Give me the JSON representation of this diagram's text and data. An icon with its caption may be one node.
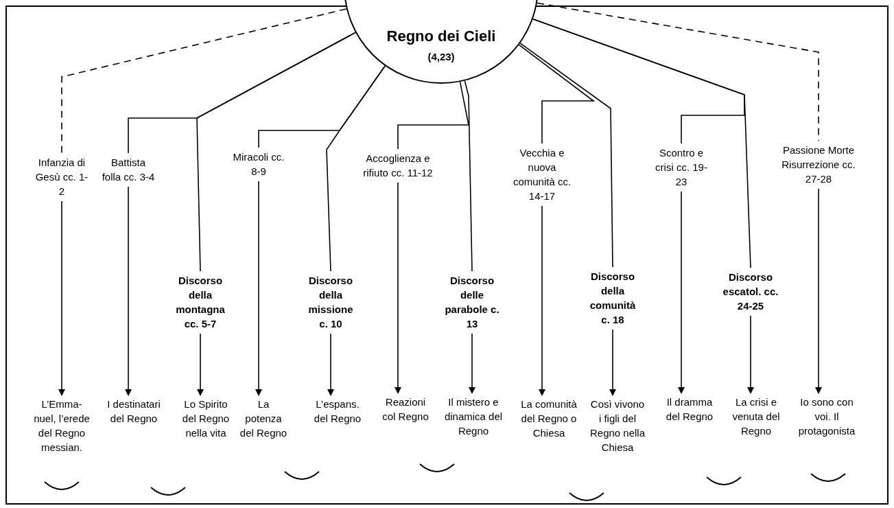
{
  "diagram": {
    "nodes": [
      {
        "text": [
          "Regno dei Cieli",
          "(4,23)"
        ]
      },
      {
        "text": [
          "Infanzia di Gesù cc. 1-2"
        ]
      },
      {
        "text": [
          "Battista folla cc. 3-4"
        ]
      },
      {
        "text": [
          "Discorso della montagna cc. 5-7"
        ]
      },
      {
        "text": [
          "Miracoli cc. 8-9"
        ]
      },
      {
        "text": [
          "Discorso della missione c. 10"
        ]
      },
      {
        "text": [
          "Accoglienza e rifiuto cc. 11-12"
        ]
      },
      {
        "text": [
          "Discorso delle parabole c. 13"
        ]
      },
      {
        "text": [
          "Vecchia e nuova comunità cc. 14-17"
        ]
      },
      {
        "text": [
          "Discorso della comunità c. 18"
        ]
      },
      {
        "text": [
          "Scontro e crisi cc. 19-23"
        ]
      },
      {
        "text": [
          "Discorso escatol. cc. 24-25"
        ]
      },
      {
        "text": [
          "Passione Morte Risurrezione cc. 27-28"
        ]
      },
      {
        "text": [
          "L’Emma- nuel, l’erede del Regno messian."
        ]
      },
      {
        "text": [
          "I destinatari del Regno"
        ]
      },
      {
        "text": [
          "Lo Spirito del Regno nella vita"
        ]
      },
      {
        "text": [
          "La potenza del Regno"
        ]
      },
      {
        "text": [
          "L’espans. del Regno"
        ]
      },
      {
        "text": [
          "Reazioni col Regno"
        ]
      },
      {
        "text": [
          "Il mistero e dinamica del Regno"
        ]
      },
      {
        "text": [
          "La comunità del Regno o Chiesa"
        ]
      },
      {
        "text": [
          "Così vivono i figli del Regno nella Chiesa"
        ]
      },
      {
        "text": [
          "Il dramma del Regno"
        ]
      },
      {
        "text": [
          "La crisi e venuta del Regno"
        ]
      },
      {
        "text": [
          "Io sono con voi. Il protagonista"
        ]
      }
    ],
    "edges": [
      {
        "from": 0,
        "to": 1,
        "arrow": "none",
        "style": "dashed"
      },
      {
        "from": 0,
        "to": 2,
        "arrow": "none"
      },
      {
        "from": 0,
        "to": 3,
        "arrow": "none"
      },
      {
        "from": 0,
        "to": 4,
        "arrow": "none"
      },
      {
        "from": 0,
        "to": 5,
        "arrow": "none"
      },
      {
        "from": 0,
        "to": 6,
        "arrow": "none"
      },
      {
        "from": 0,
        "to": 7,
        "arrow": "none"
      },
      {
        "from": 0,
        "to": 8,
        "arrow": "none"
      },
      {
        "from": 0,
        "to": 9,
        "arrow": "none"
      },
      {
        "from": 0,
        "to": 10,
        "arrow": "none"
      },
      {
        "from": 0,
        "to": 11,
        "arrow": "none"
      },
      {
        "from": 0,
        "to": 12,
        "arrow": "none",
        "style": "dashed"
      },
      {
        "from": 1,
        "to": 13,
        "arrow": "to"
      },
      {
        "from": 2,
        "to": 14,
        "arrow": "to"
      },
      {
        "from": 3,
        "to": 15,
        "arrow": "to"
      },
      {
        "from": 4,
        "to": 16,
        "arrow": "to"
      },
      {
        "from": 5,
        "to": 17,
        "arrow": "to"
      },
      {
        "from": 6,
        "to": 18,
        "arrow": "to"
      },
      {
        "from": 7,
        "to": 19,
        "arrow": "to"
      },
      {
        "from": 8,
        "to": 20,
        "arrow": "to"
      },
      {
        "from": 9,
        "to": 21,
        "arrow": "to"
      },
      {
        "from": 10,
        "to": 22,
        "arrow": "to"
      },
      {
        "from": 11,
        "to": 23,
        "arrow": "to"
      },
      {
        "from": 12,
        "to": 24,
        "arrow": "to"
      }
    ]
  }
}
